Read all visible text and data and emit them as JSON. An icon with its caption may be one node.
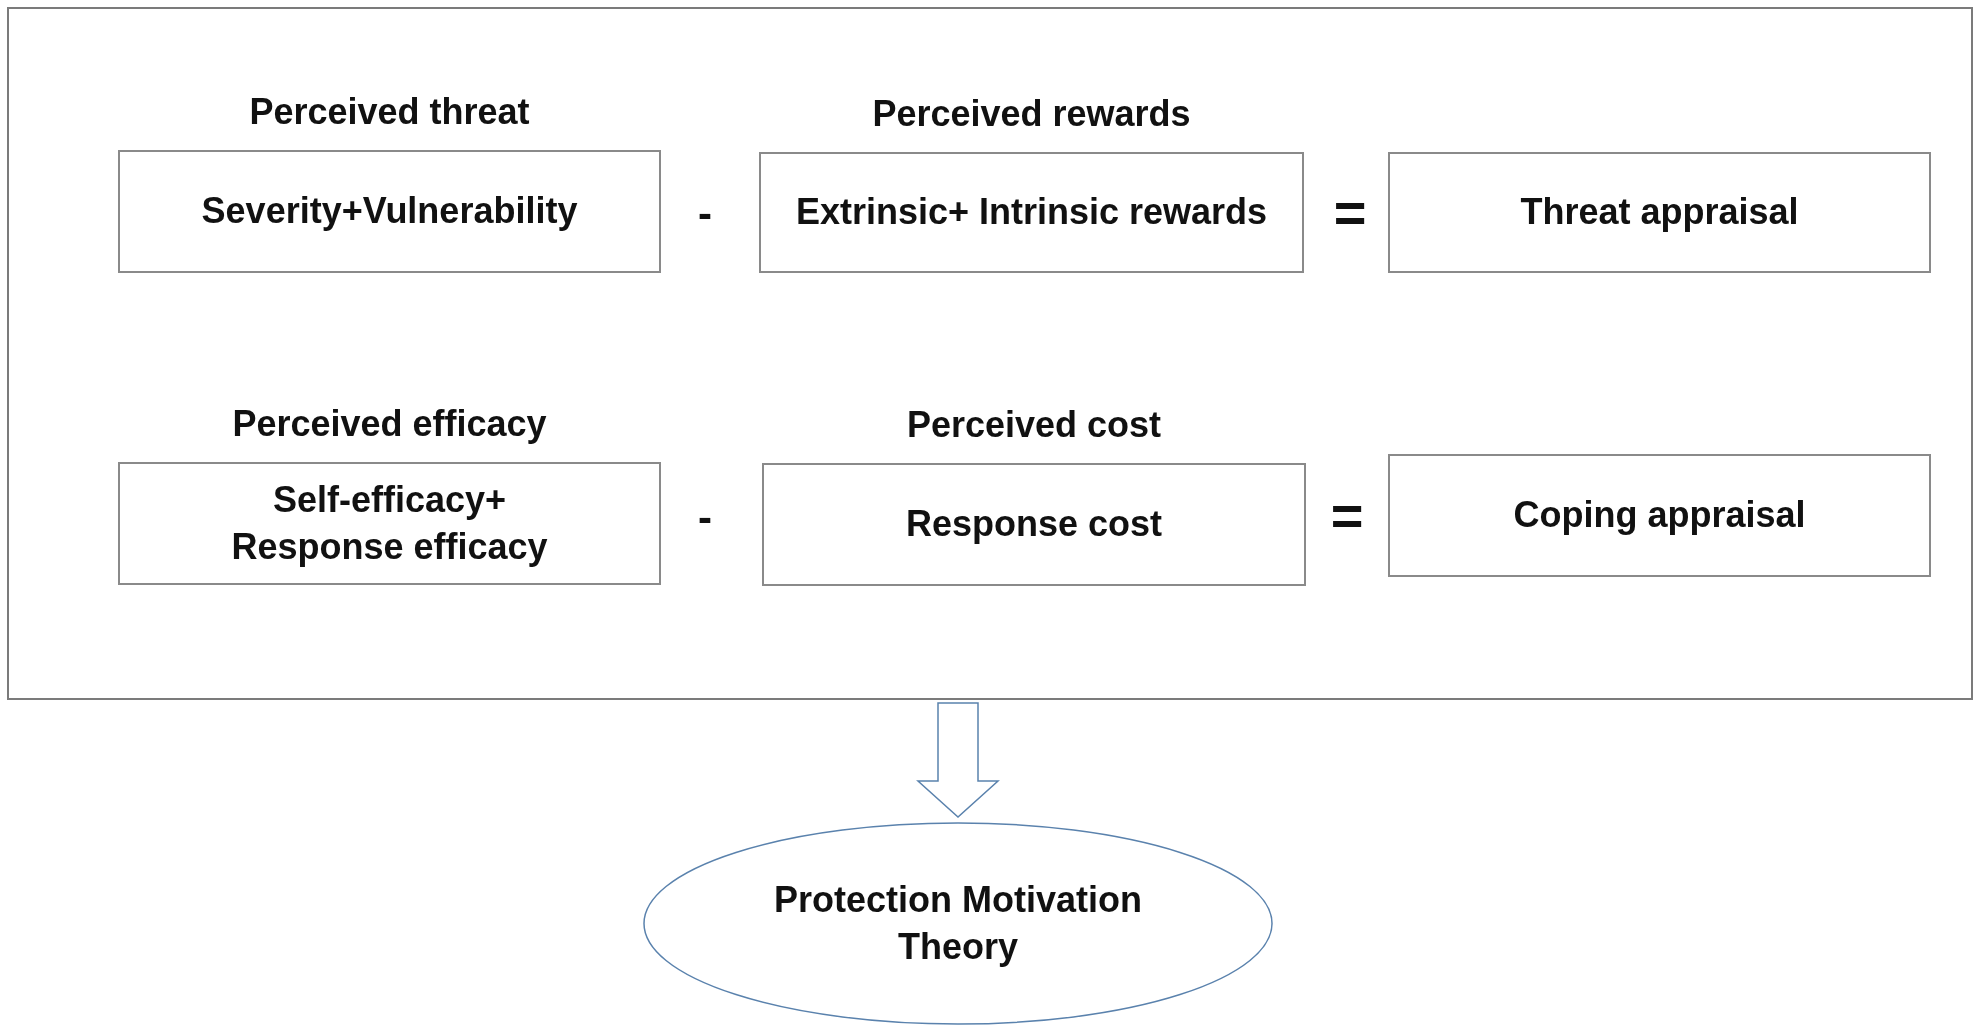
{
  "diagram": {
    "nodes": [
      {
        "text": [],
        "shape": "box"
      },
      {
        "text": [
          "Perceived threat",
          "Severity+Vulnerability"
        ],
        "in": 0
      },
      {
        "text": [
          "Perceived rewards",
          "Extrinsic+ Intrinsic rewards"
        ],
        "in": 0
      },
      {
        "text": [
          "Threat appraisal"
        ],
        "in": 0
      },
      {
        "text": [
          "Perceived efficacy",
          "Self-efficacy+ Response efficacy"
        ],
        "in": 0
      },
      {
        "text": [
          "Perceived cost",
          "Response cost"
        ],
        "in": 0
      },
      {
        "text": [
          "Coping appraisal"
        ],
        "in": 0
      },
      {
        "text": [
          "Protection Motivation Theory"
        ]
      }
    ],
    "edges": [
      {
        "from": 0,
        "to": 7,
        "arrow": "to"
      }
    ],
    "labels": [
      "-",
      "=",
      "-",
      "="
    ]
  }
}
